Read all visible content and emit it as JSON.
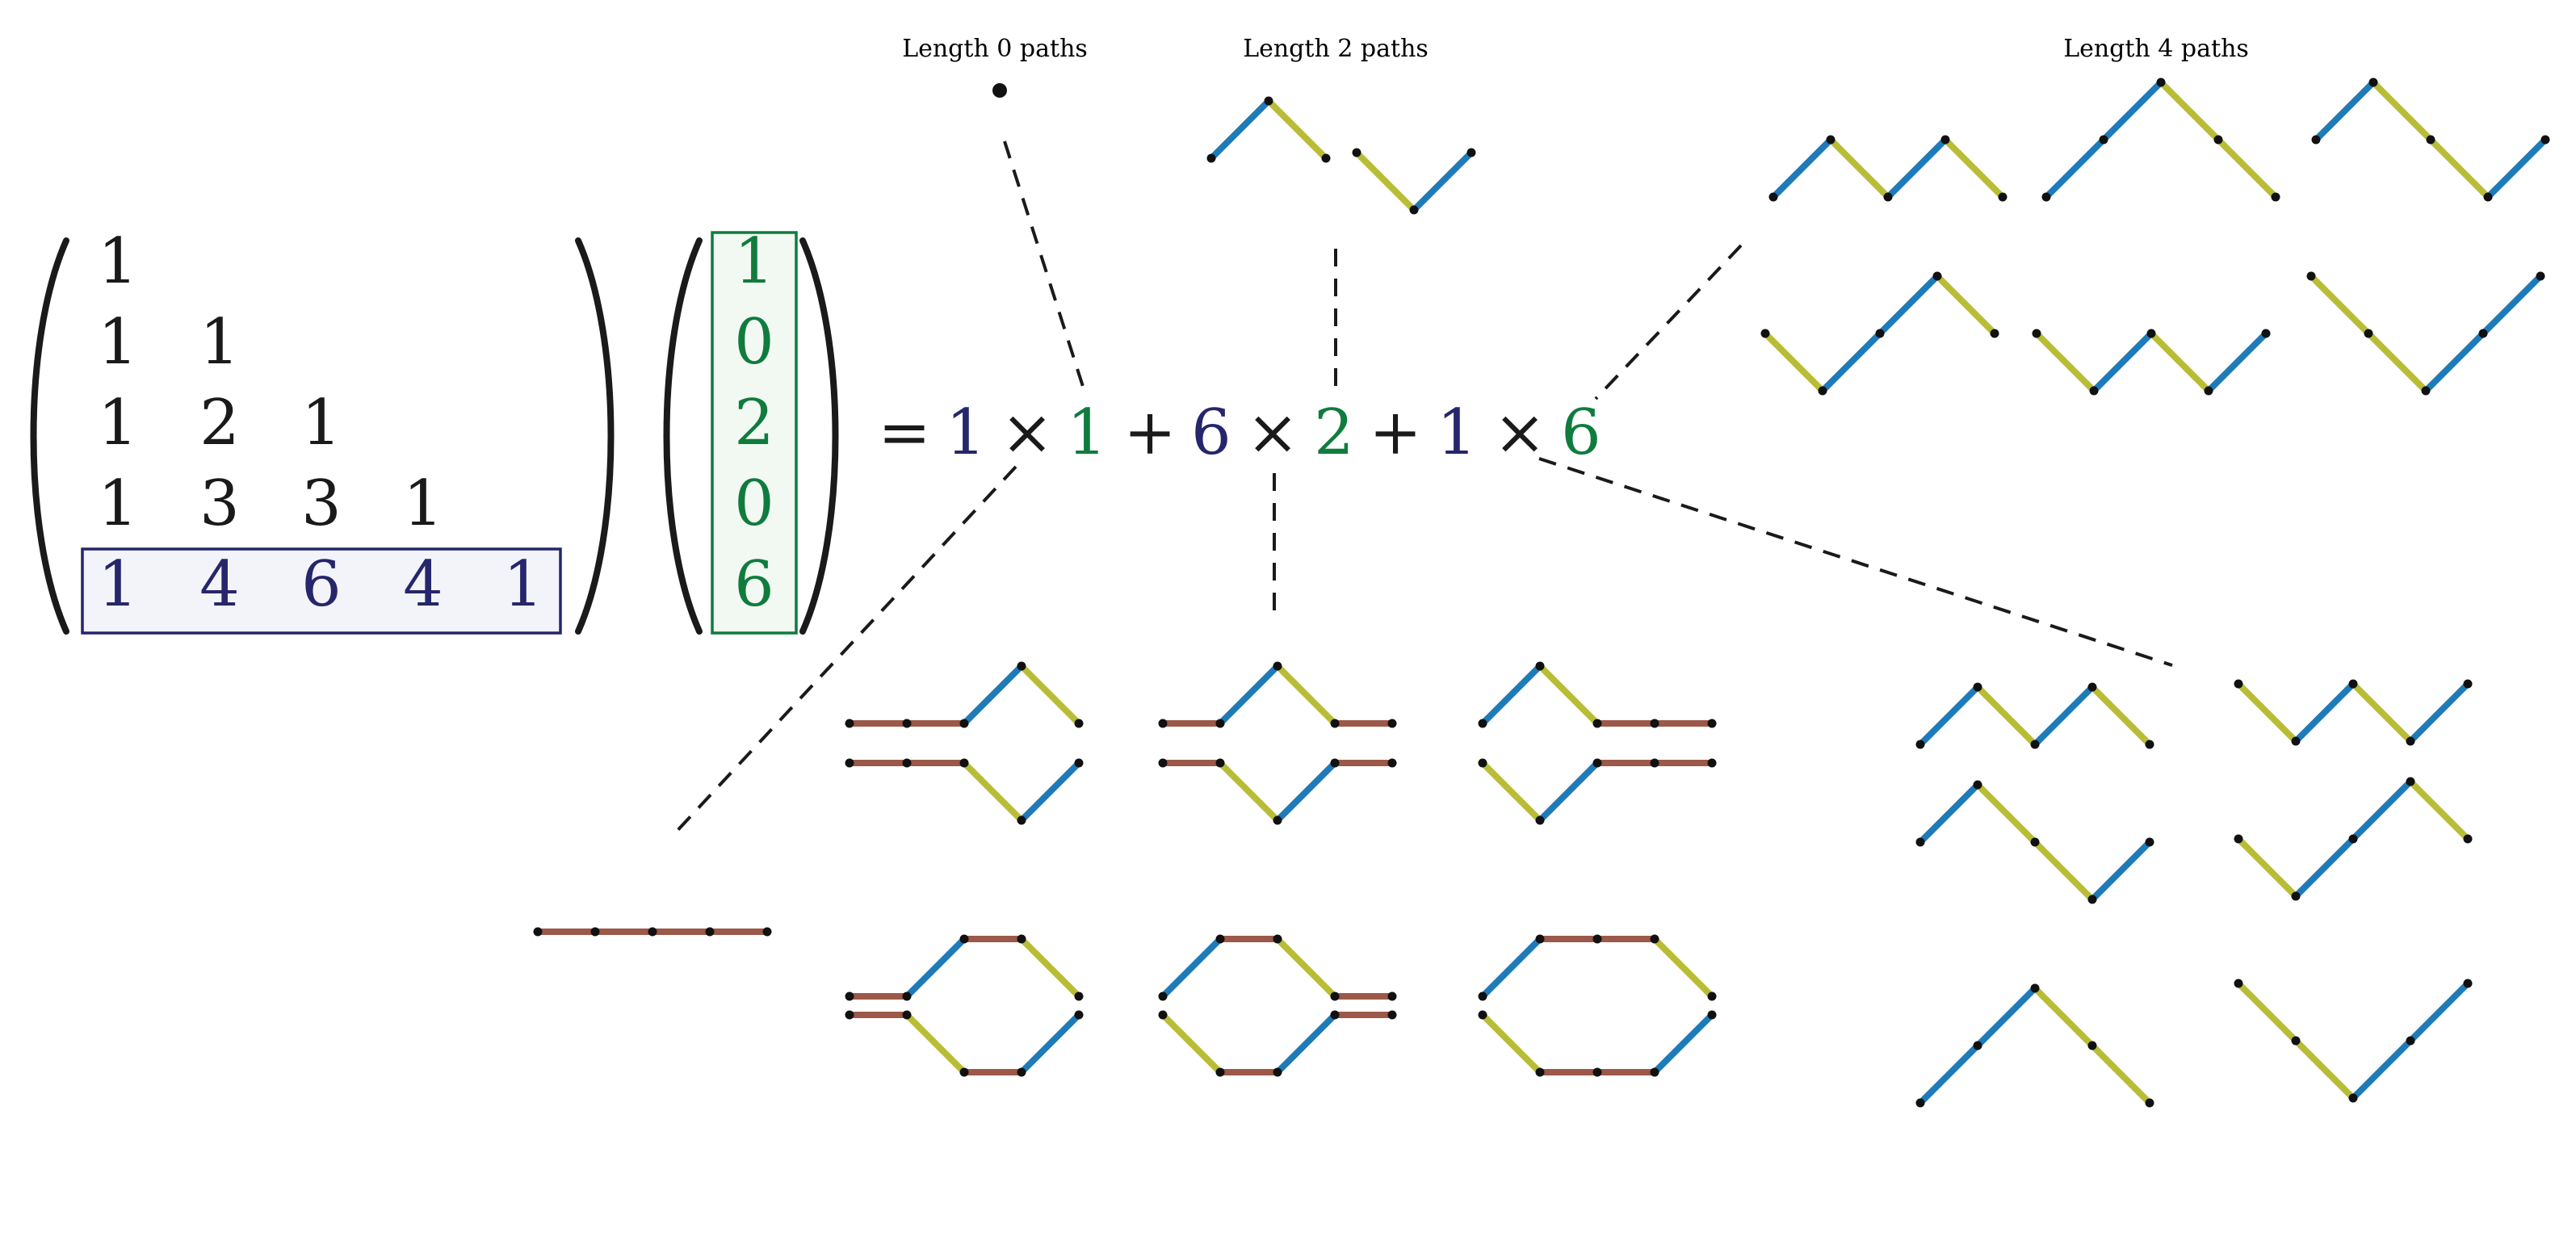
{
  "colors": {
    "ink": "#1a1a1a",
    "navy": "#25266b",
    "green": "#0f7c3e",
    "up_step": "#1f7bb8",
    "down_step": "#b9bd36",
    "flat_step": "#9c5848",
    "navy_fill": "#f3f3fa",
    "green_fill": "#f2f8f2"
  },
  "captions": {
    "len0": "Length 0 paths",
    "len2": "Length 2 paths",
    "len4": "Length 4 paths"
  },
  "matrix": {
    "rows": [
      [
        "1"
      ],
      [
        "1",
        "1"
      ],
      [
        "1",
        "2",
        "1"
      ],
      [
        "1",
        "3",
        "3",
        "1"
      ],
      [
        "1",
        "4",
        "6",
        "4",
        "1"
      ]
    ],
    "highlighted_row": 4
  },
  "vector": [
    "1",
    "0",
    "2",
    "0",
    "6"
  ],
  "equation": {
    "equals": "=",
    "times": "×",
    "plus": "+",
    "terms": [
      {
        "coef": "1",
        "count": "1"
      },
      {
        "coef": "6",
        "count": "2"
      },
      {
        "coef": "1",
        "count": "6"
      }
    ]
  },
  "paths": {
    "length0": [
      ""
    ],
    "length2": [
      "UD",
      "DU"
    ],
    "length4": [
      "UDUD",
      "UUDD",
      "UDDU",
      "DUUD",
      "DUDU",
      "DDUU"
    ],
    "motzkin_flat": [
      "FFFF"
    ],
    "motzkin_one_pair": [
      "FFUD",
      "FUDF",
      "UDFF",
      "FFDU",
      "FDUF",
      "DUFF",
      "FUFD",
      "UFDF",
      "UFFD",
      "FDFU",
      "DFUF",
      "DFFU"
    ],
    "motzkin_two_pairs": [
      "UDUD",
      "DUDU",
      "UDDU",
      "DUUD",
      "UUDD",
      "DDUU"
    ]
  }
}
